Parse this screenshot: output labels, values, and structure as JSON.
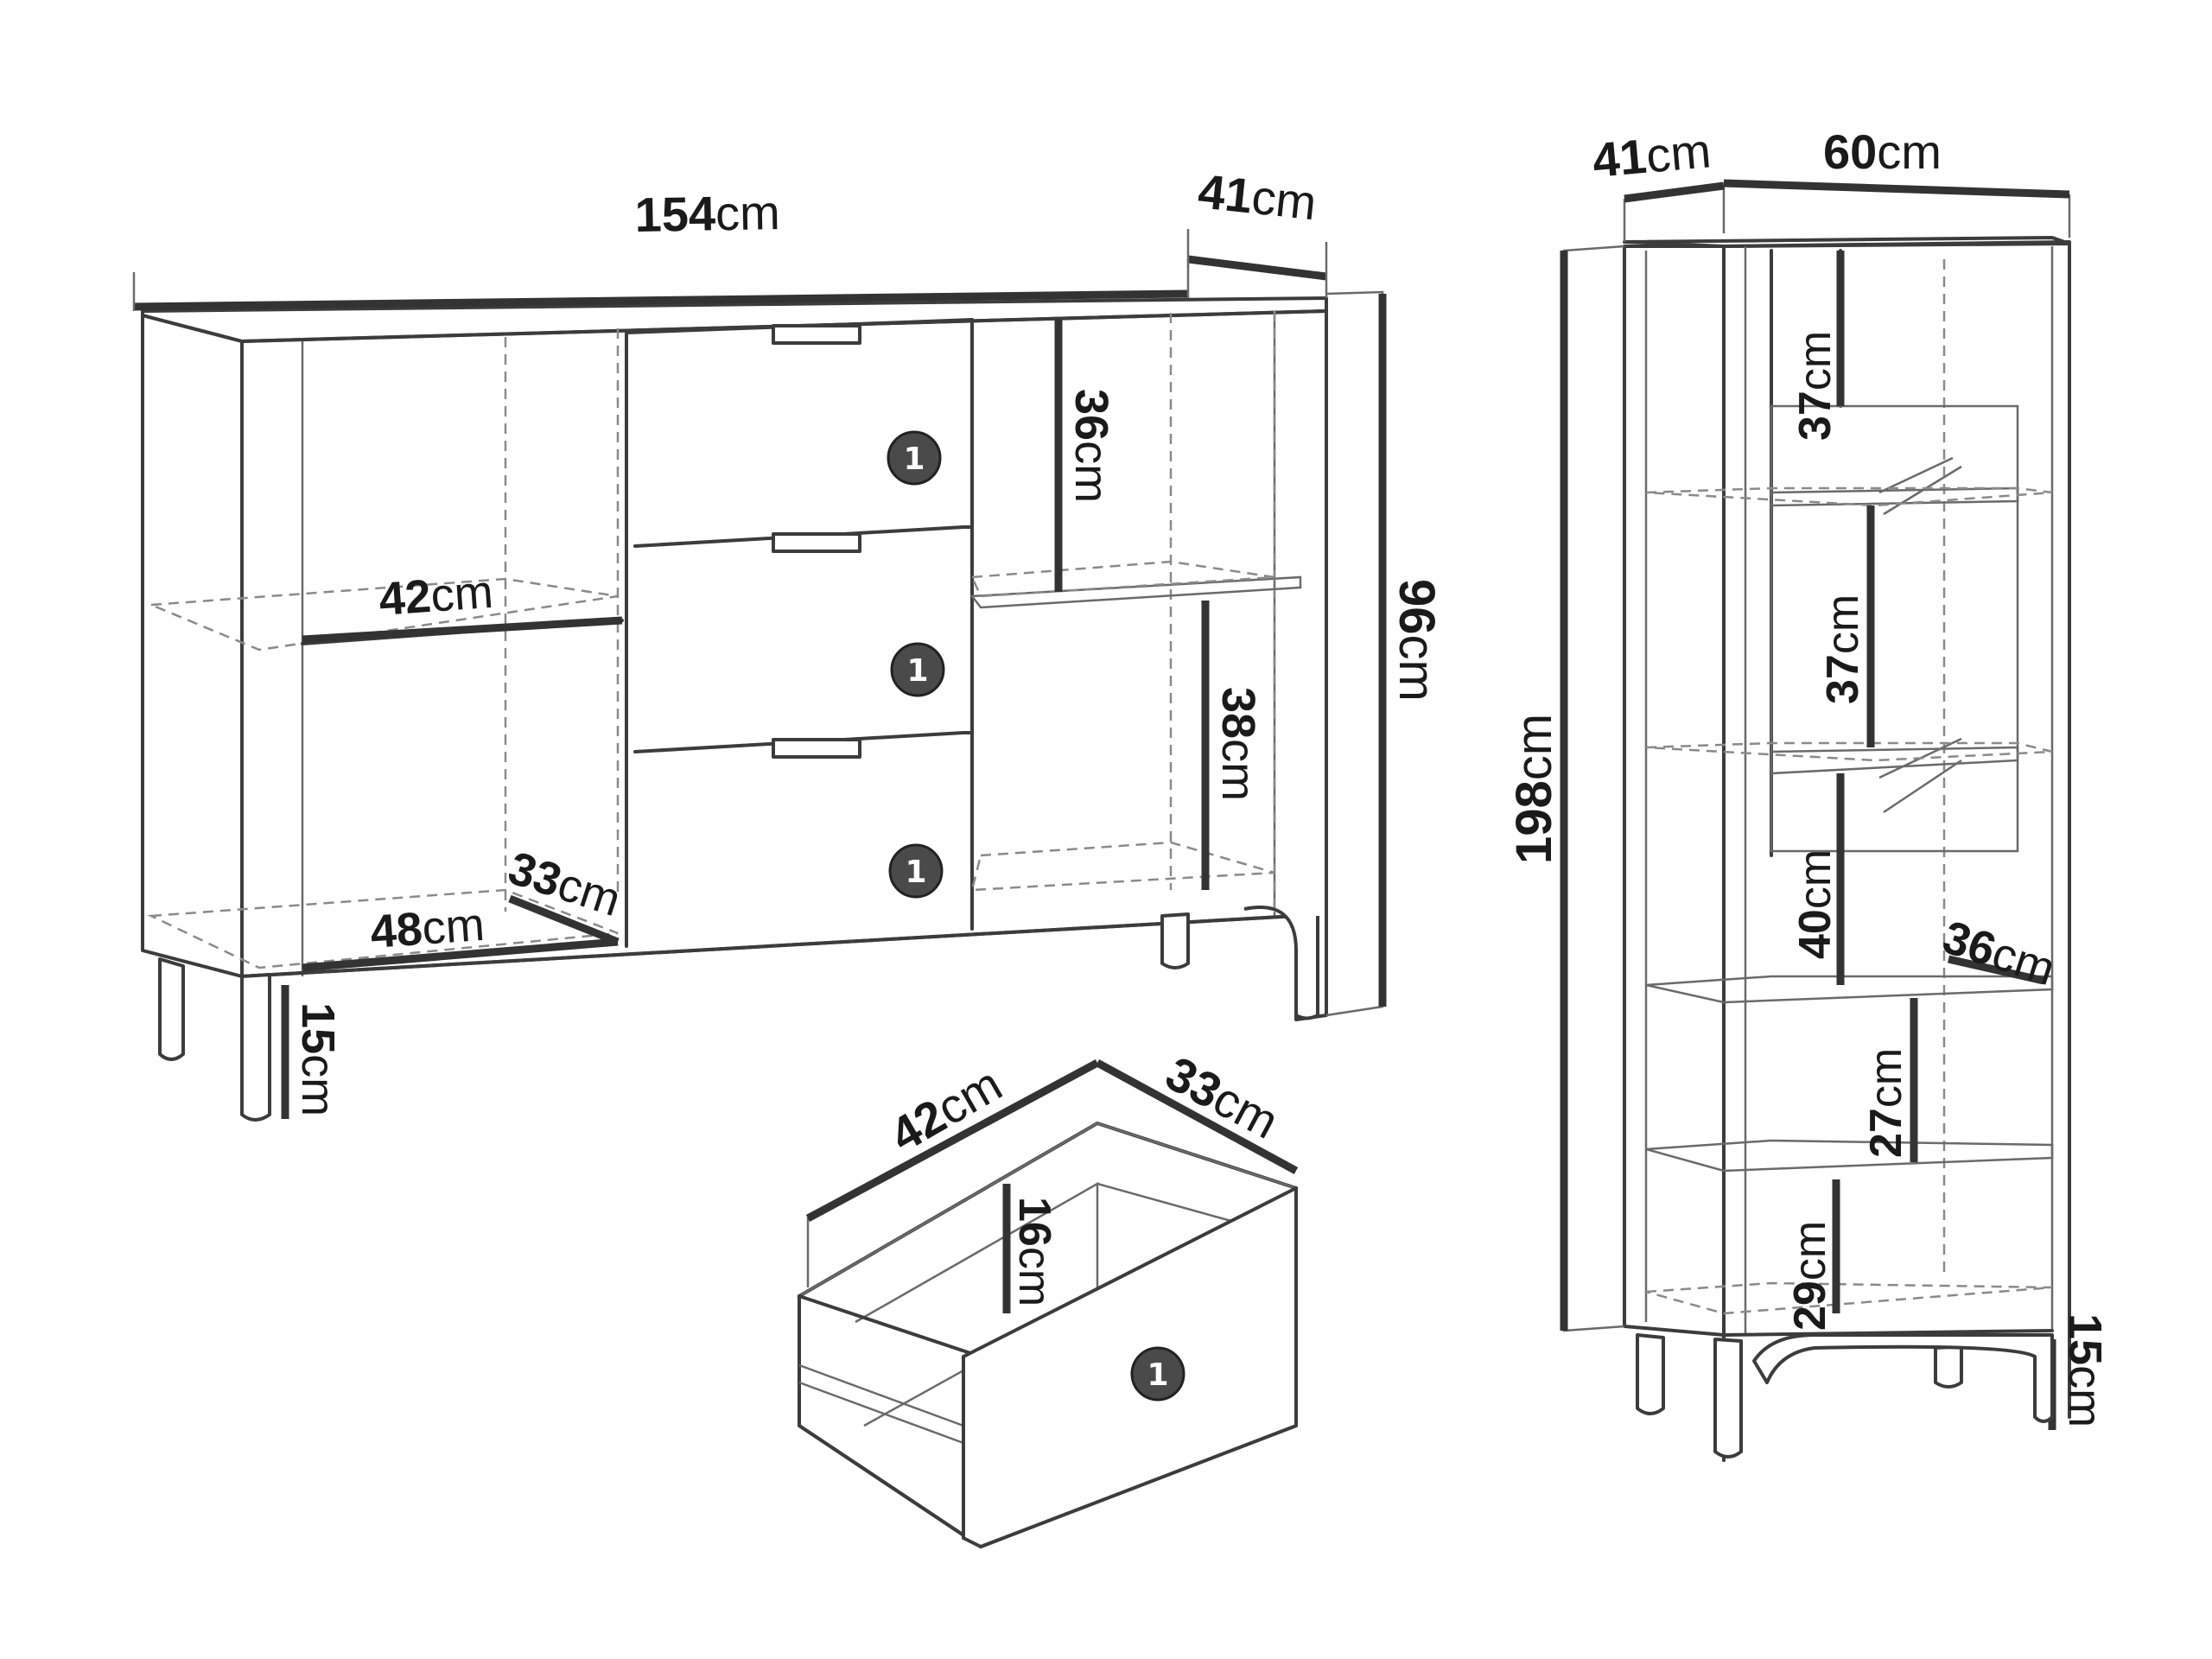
{
  "sideboard": {
    "width": {
      "num": "154",
      "unit": "cm"
    },
    "depth": {
      "num": "41",
      "unit": "cm"
    },
    "height": {
      "num": "96",
      "unit": "cm"
    },
    "leg_height": {
      "num": "15",
      "unit": "cm"
    },
    "shelf_width": {
      "num": "42",
      "unit": "cm"
    },
    "inner_width": {
      "num": "48",
      "unit": "cm"
    },
    "inner_depth": {
      "num": "33",
      "unit": "cm"
    },
    "upper_compartment": {
      "num": "36",
      "unit": "cm"
    },
    "lower_compartment": {
      "num": "38",
      "unit": "cm"
    },
    "drawer_badges": [
      "1",
      "1",
      "1"
    ]
  },
  "drawer": {
    "width": {
      "num": "42",
      "unit": "cm"
    },
    "depth": {
      "num": "33",
      "unit": "cm"
    },
    "height": {
      "num": "16",
      "unit": "cm"
    },
    "badge": "1"
  },
  "cabinet": {
    "depth": {
      "num": "41",
      "unit": "cm"
    },
    "width": {
      "num": "60",
      "unit": "cm"
    },
    "height": {
      "num": "198",
      "unit": "cm"
    },
    "leg_height": {
      "num": "15",
      "unit": "cm"
    },
    "shelf_depth": {
      "num": "36",
      "unit": "cm"
    },
    "compartments": [
      {
        "num": "37",
        "unit": "cm"
      },
      {
        "num": "37",
        "unit": "cm"
      },
      {
        "num": "40",
        "unit": "cm"
      },
      {
        "num": "27",
        "unit": "cm"
      },
      {
        "num": "29",
        "unit": "cm"
      }
    ]
  }
}
